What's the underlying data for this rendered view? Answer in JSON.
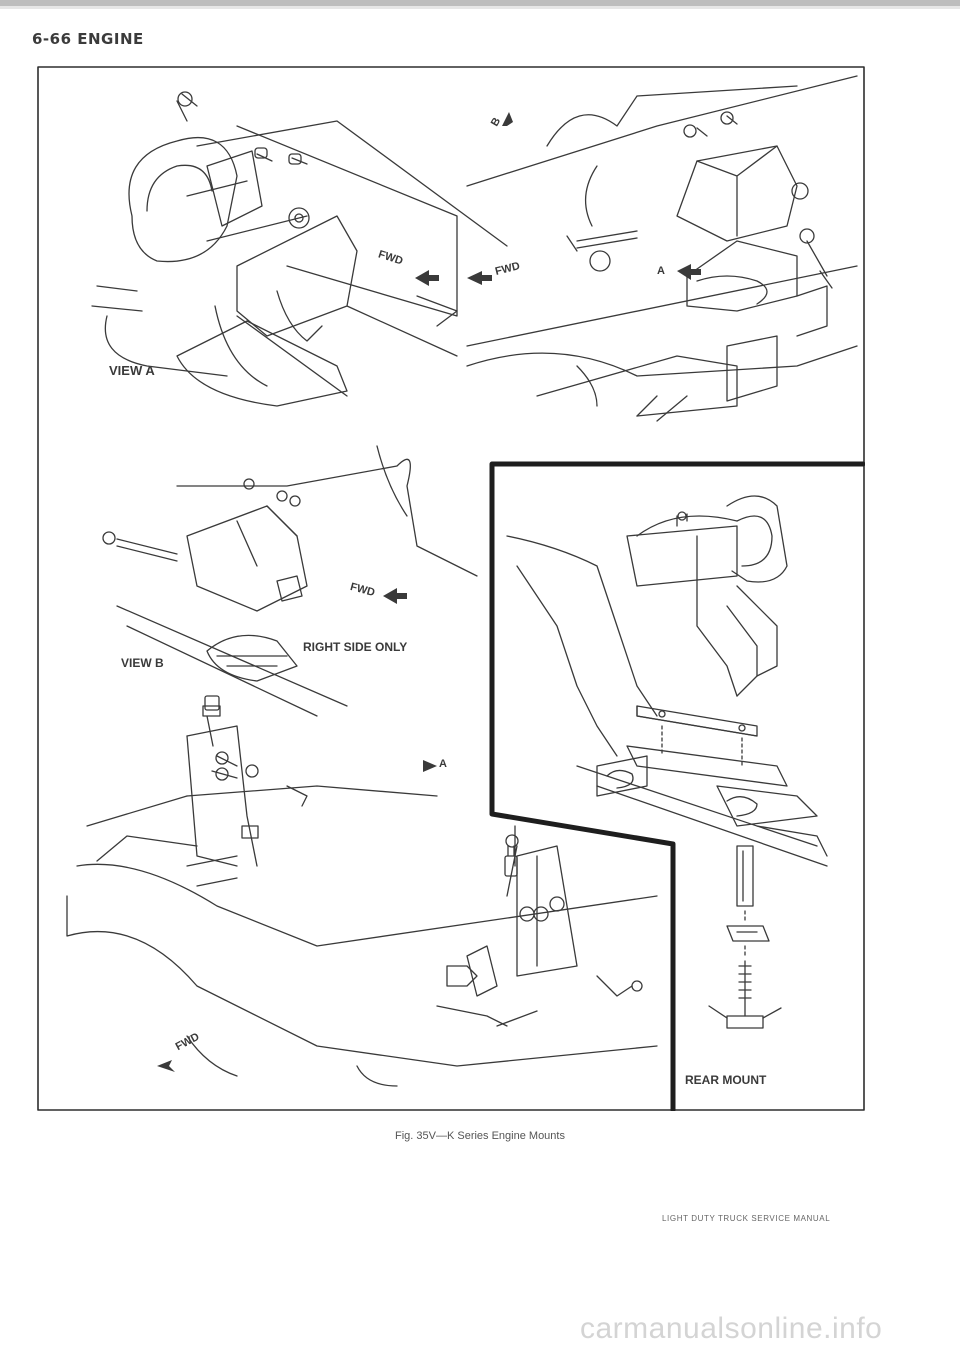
{
  "page": {
    "running_head": "6-66 ENGINE",
    "caption": "Fig. 35V—K Series Engine Mounts",
    "footer": "LIGHT DUTY TRUCK SERVICE MANUAL",
    "watermark": "carmanualsonline.info"
  },
  "figure": {
    "labels": {
      "view_a": "VIEW A",
      "view_b": "VIEW B",
      "right_side_only": "RIGHT SIDE ONLY",
      "rear_mount": "REAR MOUNT",
      "fwd_view_a": "FWD",
      "fwd_top_right": "FWD",
      "fwd_view_b": "FWD",
      "fwd_bottom": "FWD",
      "arrow_b": "B",
      "arrow_a_top": "A",
      "arrow_a_bottom": "A"
    }
  },
  "colors": {
    "ink": "#3a3a3a",
    "frame": "#2e2e2e",
    "caption": "#555555",
    "watermark": "#d4d4d4"
  }
}
